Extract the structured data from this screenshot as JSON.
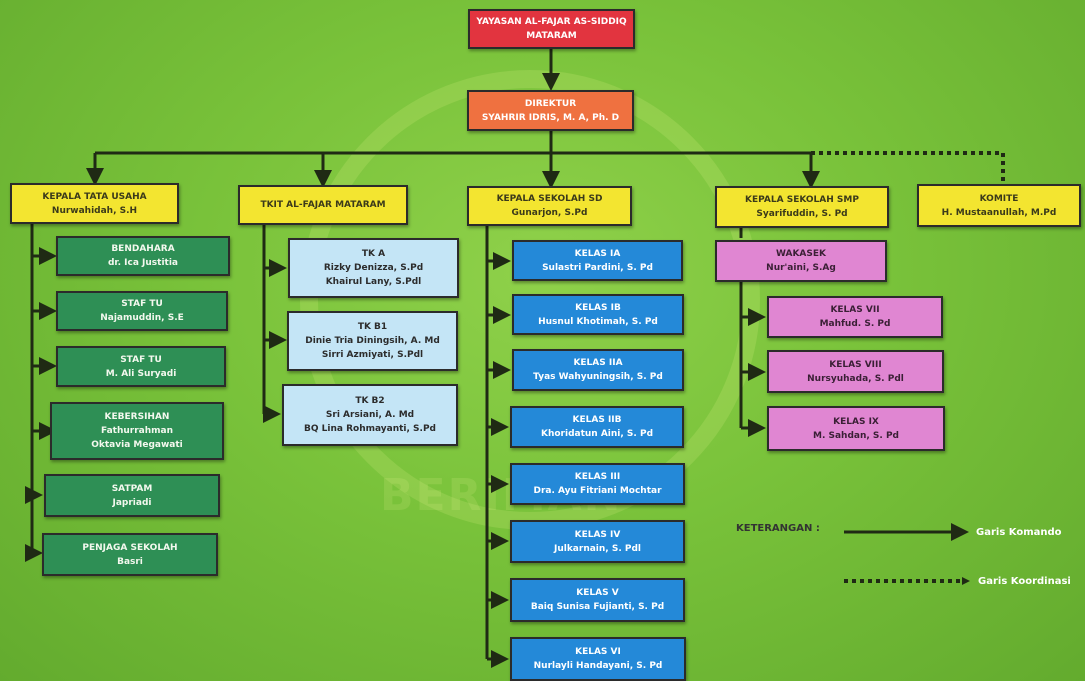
{
  "yayasan": {
    "line1": "YAYASAN AL-FAJAR AS-SIDDIQ",
    "line2": "MATARAM"
  },
  "direktur": {
    "title": "DIREKTUR",
    "name": "SYAHRIR IDRIS, M. A, Ph. D"
  },
  "tata_usaha": {
    "title": "KEPALA TATA USAHA",
    "name": "Nurwahidah, S.H",
    "staff": [
      {
        "title": "BENDAHARA",
        "lines": [
          "dr. Ica Justitia"
        ]
      },
      {
        "title": "STAF TU",
        "lines": [
          "Najamuddin, S.E"
        ]
      },
      {
        "title": "STAF TU",
        "lines": [
          "M. Ali Suryadi"
        ]
      },
      {
        "title": "KEBERSIHAN",
        "lines": [
          "Fathurrahman",
          "Oktavia Megawati"
        ]
      },
      {
        "title": "SATPAM",
        "lines": [
          "Japriadi"
        ]
      },
      {
        "title": "PENJAGA SEKOLAH",
        "lines": [
          "Basri"
        ]
      }
    ]
  },
  "tkit": {
    "title": "TKIT AL-FAJAR MATARAM",
    "classes": [
      {
        "title": "TK A",
        "lines": [
          "Rizky Denizza, S.Pd",
          "Khairul Lany, S.Pdl"
        ]
      },
      {
        "title": "TK B1",
        "lines": [
          "Dinie Tria Diningsih, A. Md",
          "Sirri Azmiyati, S.Pdl"
        ]
      },
      {
        "title": "TK B2",
        "lines": [
          "Sri Arsiani, A. Md",
          "BQ Lina Rohmayanti, S.Pd"
        ]
      }
    ]
  },
  "sd": {
    "title": "KEPALA SEKOLAH SD",
    "name": "Gunarjon, S.Pd",
    "classes": [
      {
        "title": "KELAS IA",
        "name": "Sulastri Pardini, S. Pd"
      },
      {
        "title": "KELAS IB",
        "name": "Husnul Khotimah, S. Pd"
      },
      {
        "title": "KELAS IIA",
        "name": "Tyas Wahyuningsih, S. Pd"
      },
      {
        "title": "KELAS IIB",
        "name": "Khoridatun Aini, S. Pd"
      },
      {
        "title": "KELAS III",
        "name": "Dra. Ayu Fitriani Mochtar"
      },
      {
        "title": "KELAS IV",
        "name": "Julkarnain, S. Pdl"
      },
      {
        "title": "KELAS V",
        "name": "Baiq Sunisa Fujianti, S. Pd"
      },
      {
        "title": "KELAS VI",
        "name": "Nurlayli Handayani, S. Pd"
      }
    ]
  },
  "smp": {
    "title": "KEPALA SEKOLAH SMP",
    "name": "Syarifuddin, S. Pd",
    "wakasek": {
      "title": "WAKASEK",
      "name": "Nur'aini, S.Ag"
    },
    "classes": [
      {
        "title": "KELAS VII",
        "name": "Mahfud. S. Pd"
      },
      {
        "title": "KELAS VIII",
        "name": "Nursyuhada, S. Pdl"
      },
      {
        "title": "KELAS IX",
        "name": "M. Sahdan, S. Pd"
      }
    ]
  },
  "komite": {
    "title": "KOMITE",
    "name": "H. Mustaanullah, M.Pd"
  },
  "legend": {
    "heading": "KETERANGAN :",
    "solid": "Garis Komando",
    "dotted": "Garis Koordinasi"
  },
  "watermark": "BERIMAN"
}
